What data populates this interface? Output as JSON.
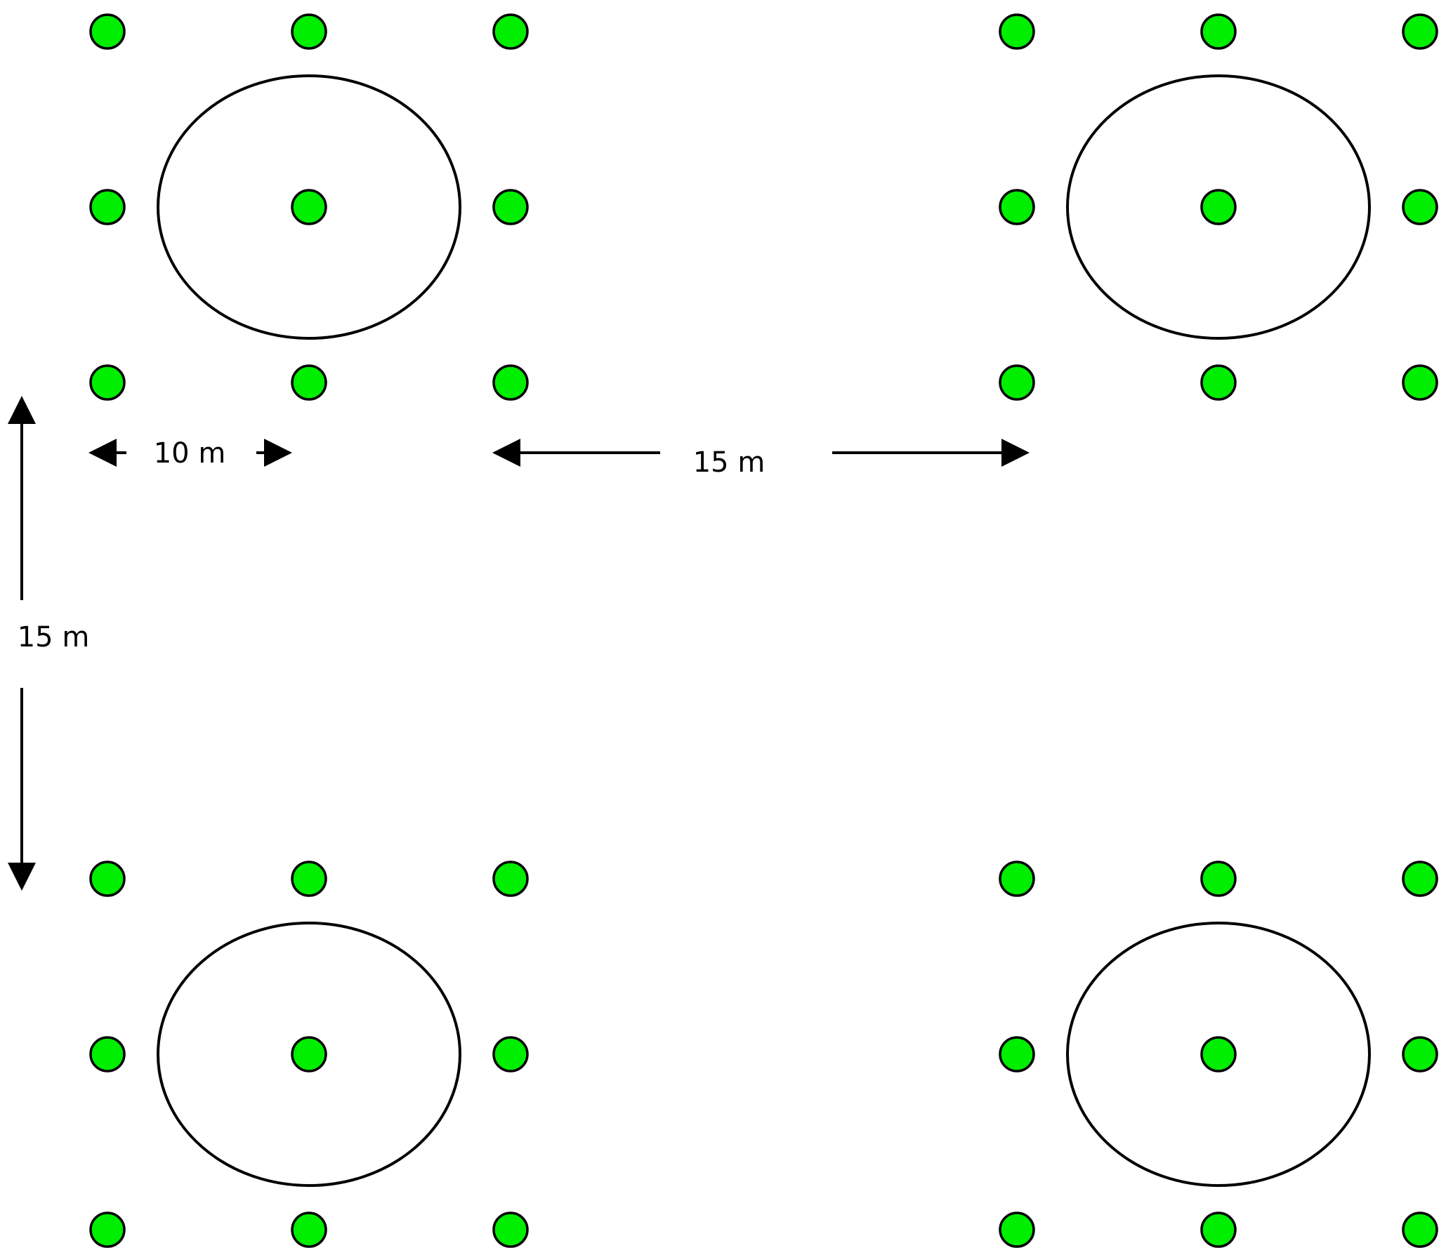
{
  "plot_count": 4,
  "subpoints_per_plot": 9,
  "colors": {
    "point_fill": "#00ee00",
    "point_stroke": "#000000",
    "circle_stroke": "#000000",
    "arrow": "#000000"
  },
  "dimensions": {
    "plot_width": "10 m",
    "horizontal_spacing": "15 m",
    "vertical_spacing": "15 m"
  }
}
